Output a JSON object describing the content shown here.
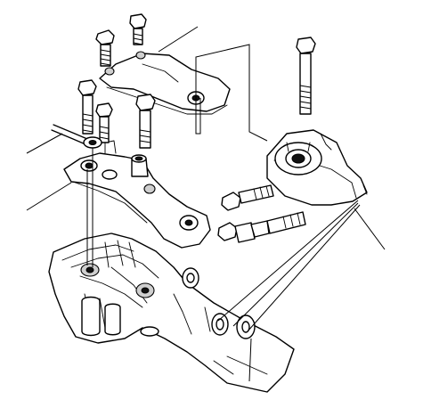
{
  "diagram": {
    "icons": {
      "bolt": "bolt-icon",
      "mount": "engine-mount-icon",
      "bracket": "mount-bracket-icon",
      "transmission": "transmission-case-icon"
    },
    "colors": {
      "line": "#000000",
      "background": "#ffffff",
      "shade": "#cfcfcf"
    },
    "callouts": [
      {
        "id": "upper-bracket"
      },
      {
        "id": "ground-cable"
      },
      {
        "id": "lower-bracket"
      },
      {
        "id": "mount-through-bolt"
      },
      {
        "id": "mount-washers"
      }
    ]
  }
}
